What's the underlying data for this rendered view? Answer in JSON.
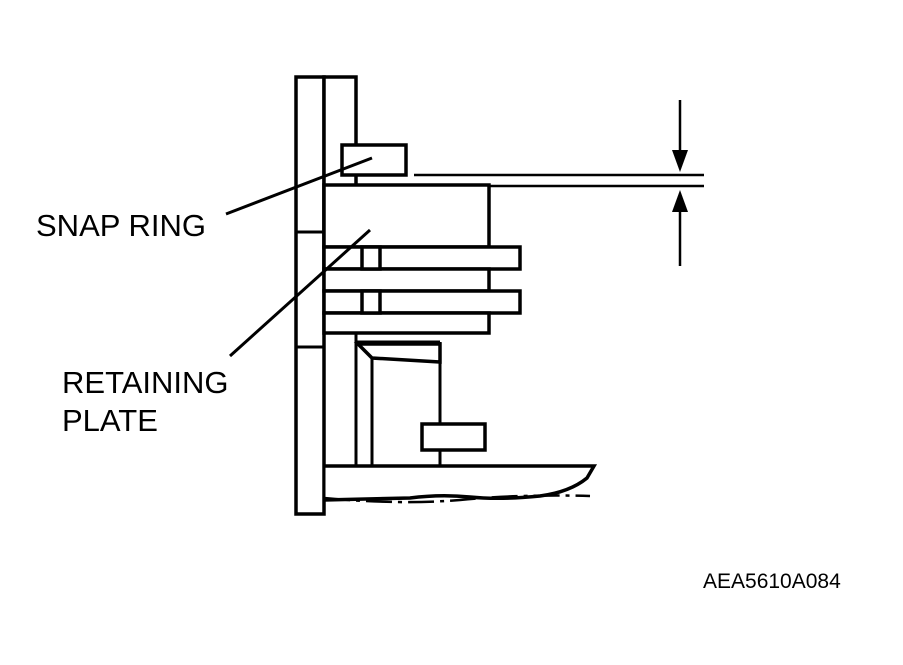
{
  "labels": {
    "snap_ring": "SNAP RING",
    "retaining_plate_line1": "RETAINING",
    "retaining_plate_line2": "PLATE"
  },
  "figure_code": "AEA5610A084",
  "colors": {
    "ink": "#000000",
    "paper": "#ffffff"
  }
}
